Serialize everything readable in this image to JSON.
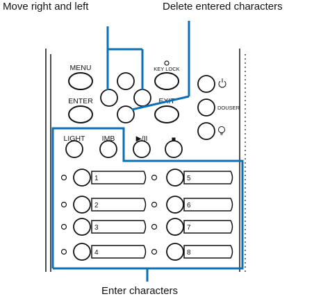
{
  "annotations": {
    "move": "Move right and left",
    "delete": "Delete entered characters",
    "enter": "Enter characters"
  },
  "buttons": {
    "menu": "MENU",
    "enter": "ENTER",
    "keylock": "KEY LOCK",
    "exit": "EXIT",
    "light": "LIGHT",
    "imb": "IMB",
    "play_pause": "▶/II",
    "stop": "■",
    "douser": "DOUSER",
    "power_icon": "power-icon",
    "lamp_icon": "lamp-icon"
  },
  "presets": [
    "1",
    "2",
    "3",
    "4",
    "5",
    "6",
    "7",
    "8"
  ],
  "colors": {
    "highlight": "#0b6fb5",
    "ink": "#111111"
  }
}
